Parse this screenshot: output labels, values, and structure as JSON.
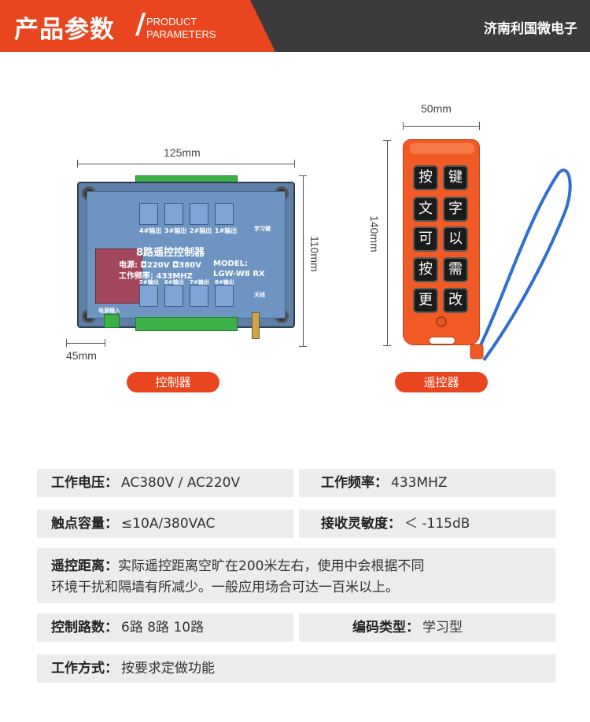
{
  "header": {
    "title": "产品参数",
    "slash": "/",
    "subtitle_line1": "PRODUCT",
    "subtitle_line2": "PARAMETERS",
    "brand": "济南利国微电子"
  },
  "controller": {
    "width_label": "125mm",
    "height_label": "110mm",
    "depth_label": "45mm",
    "pill_label": "控制器",
    "board_title": "8路遥控控制器",
    "board_power": "电源: ◘220V ◘380V",
    "board_freq": "工作频率: 433MHZ",
    "board_model": "MODEL:",
    "board_model_no": "LGW-W8 RX",
    "board_learn": "学习键",
    "board_antenna": "天线",
    "board_power_in": "电源输入",
    "outputs_top": [
      "4#输出",
      "3#输出",
      "2#输出",
      "1#输出"
    ],
    "outputs_bottom": [
      "5#输出",
      "6#输出",
      "7#输出",
      "8#输出"
    ]
  },
  "remote": {
    "width_label": "50mm",
    "height_label": "140mm",
    "pill_label": "遥控器",
    "keys": [
      "按",
      "键",
      "文",
      "字",
      "可",
      "以",
      "按",
      "需",
      "更",
      "改"
    ]
  },
  "specs": {
    "voltage_label": "工作电压：",
    "voltage_value": "AC380V / AC220V",
    "freq_label": "工作频率：",
    "freq_value": "433MHZ",
    "contact_label": "触点容量：",
    "contact_value": "≤10A/380VAC",
    "sensitivity_label": "接收灵敏度：",
    "sensitivity_value": "＜ -115dB",
    "distance_label": "遥控距离：",
    "distance_value_line1": "实际遥控距离空旷在200米左右，使用中会根据不同",
    "distance_value_line2": "环境干扰和隔墙有所减少。一般应用场合可达一百米以上。",
    "channels_label": "控制路数：",
    "channels_value": "6路   8路   10路",
    "coding_label": "编码类型：",
    "coding_value": "学习型",
    "mode_label": "工作方式：",
    "mode_value": "按要求定做功能"
  },
  "colors": {
    "accent": "#e9461f",
    "header_dark": "#3b3b3b",
    "cell_bg": "#ececec",
    "lanyard": "#2f6fd1"
  }
}
